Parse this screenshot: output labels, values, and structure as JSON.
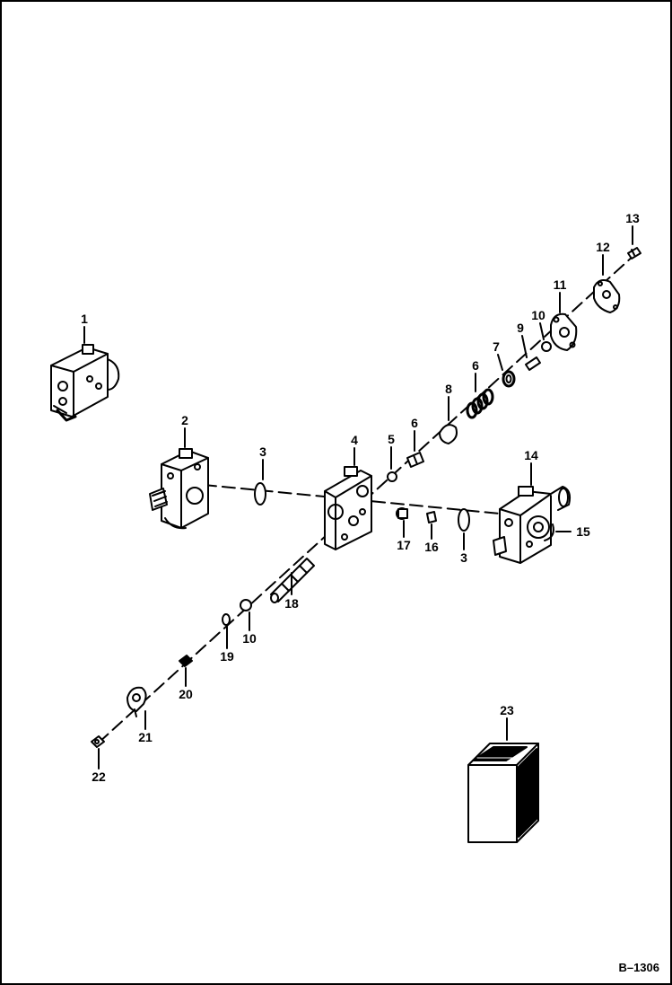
{
  "figure_id": "B–1306",
  "callouts": {
    "c1": "1",
    "c2": "2",
    "c3a": "3",
    "c3b": "3",
    "c4": "4",
    "c5": "5",
    "c6": "6",
    "c7": "7",
    "c8": "8",
    "c9": "9",
    "c10a": "10",
    "c10b": "10",
    "c11": "11",
    "c12": "12",
    "c13": "13",
    "c14": "14",
    "c15": "15",
    "c16": "16",
    "c17": "17",
    "c18": "18",
    "c19": "19",
    "c20": "20",
    "c21": "21",
    "c22": "22",
    "c23": "23"
  }
}
